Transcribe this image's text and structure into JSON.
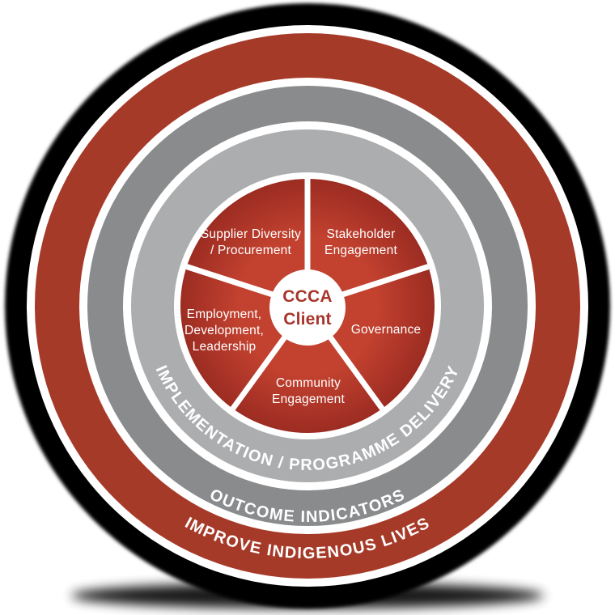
{
  "colors": {
    "shadow_black": "#050505",
    "separator_white": "#FFFFFF",
    "ring_red": "#A63A29",
    "ring_dark_gray": "#898B8D",
    "ring_light_gray": "#ACADAF",
    "pie_red_center": "#C2412F",
    "pie_red_edge": "#9C2C22",
    "hub_white": "#FFFFFF",
    "hub_text_red": "#A8352B",
    "ring_text_white": "#FFFFFF",
    "segment_text_white": "#FFFFFF"
  },
  "pie": {
    "center_label": "CCCA\nClient",
    "segments": [
      {
        "label": "Supplier Diversity\n/ Procurement"
      },
      {
        "label": "Stakeholder\nEngagement"
      },
      {
        "label": "Governance"
      },
      {
        "label": "Community\nEngagement"
      },
      {
        "label": "Employment,\nDevelopment,\nLeadership"
      }
    ]
  },
  "rings": {
    "implementation_label": "IMPLEMENTATION / PROGRAMME DELIVERY",
    "outcome_label": "OUTCOME INDICATORS",
    "improve_label": "IMPROVE INDIGENOUS LIVES"
  }
}
